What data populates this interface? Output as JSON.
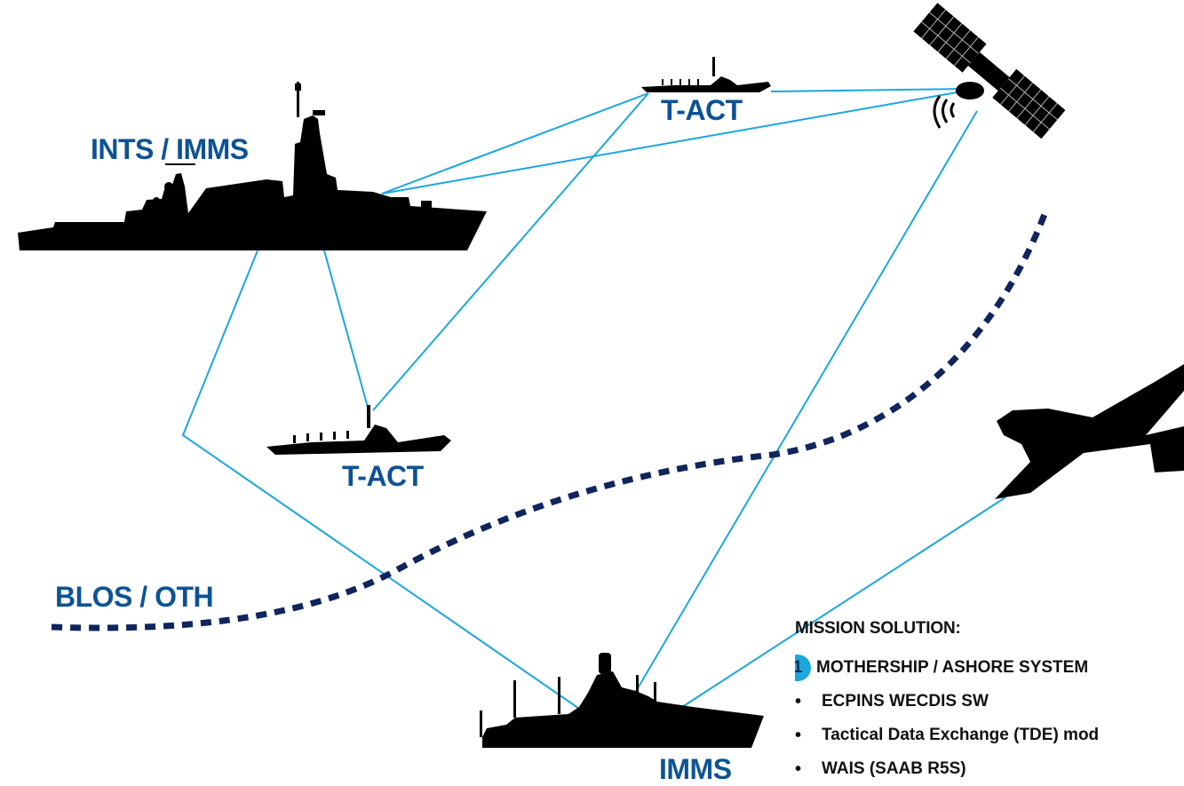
{
  "labels": {
    "ints_imms": "INTS / IMMS",
    "tact_top": "T-ACT",
    "tact_mid": "T-ACT",
    "blos": "BLOS / OTH",
    "imms": "IMMS"
  },
  "mission": {
    "heading": "MISSION SOLUTION:",
    "number": "1",
    "title": "MOTHERSHIP / ASHORE SYSTEM",
    "bullets": [
      "ECPINS WECDIS SW",
      "Tactical Data Exchange (TDE) mod",
      "WAIS (SAAB R5S)"
    ]
  },
  "colors": {
    "link": "#1aa7dc",
    "dashed": "#10255e",
    "silhouette": "#000000",
    "label": "#0d5394",
    "badge": "#1aa7dc"
  },
  "icons": [
    "frigate-icon",
    "boat-icon",
    "satellite-icon",
    "drone-icon"
  ]
}
